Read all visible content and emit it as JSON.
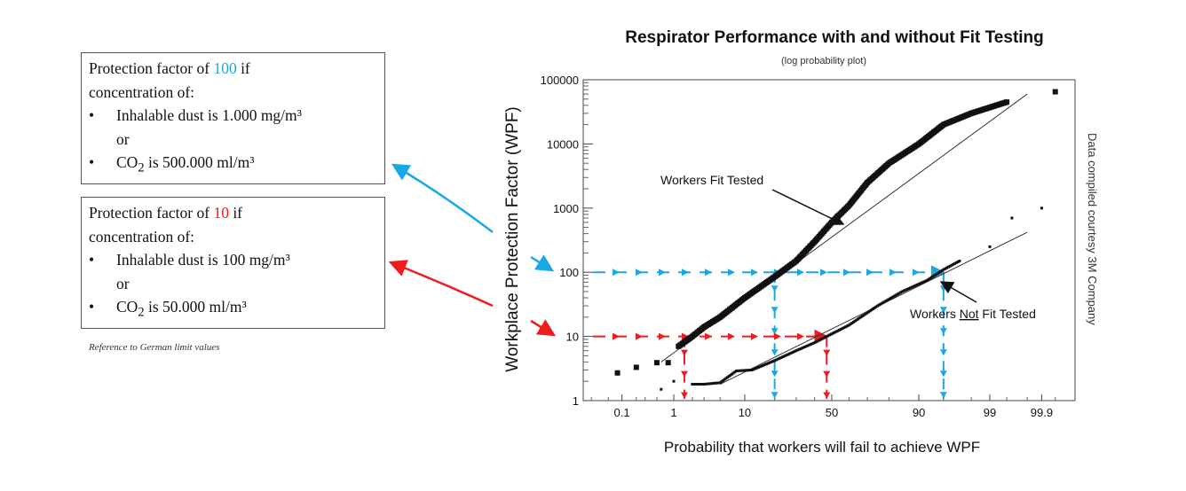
{
  "boxes": [
    {
      "prefix": "Protection factor of ",
      "value": "100",
      "value_color": "#1aa7e6",
      "suffix": " if",
      "line2": "concentration of:",
      "bullet1": "Inhalable dust is 1.000 mg/m³",
      "or": "or",
      "bullet2_pre": "CO",
      "bullet2_sub": "2",
      "bullet2_post": " is 500.000 ml/m³"
    },
    {
      "prefix": "Protection factor of ",
      "value": "10",
      "value_color": "#ee1c1c",
      "suffix": " if",
      "line2": "concentration of:",
      "bullet1": "Inhalable dust is 100 mg/m³",
      "or": "or",
      "bullet2_pre": "CO",
      "bullet2_sub": "2",
      "bullet2_post": " is 50.000 ml/m³"
    }
  ],
  "reference": "Reference to German limit values",
  "colors": {
    "blue": "#1aa7e6",
    "red": "#ee1c1c"
  },
  "chart_data": {
    "type": "scatter",
    "title": "Respirator Performance with and without Fit Testing",
    "subtitle": "(log probability plot)",
    "xlabel": "Probability that workers will fail to achieve WPF",
    "ylabel": "Workplace Protection Factor (WPF)",
    "side_note": "Data compiled courtesy 3M Company",
    "x_scale": "probability",
    "y_scale": "log",
    "ylim": [
      1,
      100000
    ],
    "xlim": [
      0.01,
      99.99
    ],
    "x_ticks": [
      "0.1",
      "1",
      "10",
      "50",
      "90",
      "99",
      "99.9"
    ],
    "y_ticks": [
      "1",
      "10",
      "100",
      "1000",
      "10000",
      "100000"
    ],
    "series": [
      {
        "name": "Workers Fit Tested",
        "points": [
          [
            0.08,
            2.7
          ],
          [
            0.2,
            3.3
          ],
          [
            0.5,
            3.9
          ],
          [
            0.8,
            3.9
          ],
          [
            1.2,
            7
          ],
          [
            2,
            10
          ],
          [
            3,
            14
          ],
          [
            5,
            20
          ],
          [
            10,
            40
          ],
          [
            20,
            85
          ],
          [
            30,
            150
          ],
          [
            40,
            300
          ],
          [
            50,
            600
          ],
          [
            60,
            1100
          ],
          [
            70,
            2500
          ],
          [
            80,
            5000
          ],
          [
            90,
            10000
          ],
          [
            95,
            20000
          ],
          [
            98,
            30000
          ],
          [
            99.5,
            45000
          ],
          [
            99.95,
            65000
          ]
        ],
        "trend": [
          [
            0.6,
            4
          ],
          [
            99.8,
            60000
          ]
        ]
      },
      {
        "name": "Workers Not Fit Tested",
        "name_parts": [
          "Workers ",
          "Not",
          " Fit Tested"
        ],
        "points": [
          [
            0.6,
            1.5
          ],
          [
            1,
            2
          ],
          [
            2,
            1.8
          ],
          [
            3,
            1.8
          ],
          [
            5,
            1.9
          ],
          [
            8,
            2.9
          ],
          [
            12,
            3
          ],
          [
            20,
            4.2
          ],
          [
            30,
            6
          ],
          [
            40,
            8
          ],
          [
            47,
            10
          ],
          [
            60,
            15
          ],
          [
            75,
            30
          ],
          [
            85,
            50
          ],
          [
            92,
            75
          ],
          [
            95,
            110
          ],
          [
            97,
            150
          ],
          [
            99,
            250
          ],
          [
            99.6,
            700
          ],
          [
            99.9,
            1000
          ]
        ],
        "trend": [
          [
            5,
            1.8
          ],
          [
            99.8,
            420
          ]
        ]
      }
    ],
    "reference_lines": [
      {
        "wpf": 100,
        "color": "blue",
        "fail_probabilities": [
          20,
          95
        ]
      },
      {
        "wpf": 10,
        "color": "red",
        "fail_probabilities": [
          1.5,
          47
        ]
      }
    ]
  }
}
